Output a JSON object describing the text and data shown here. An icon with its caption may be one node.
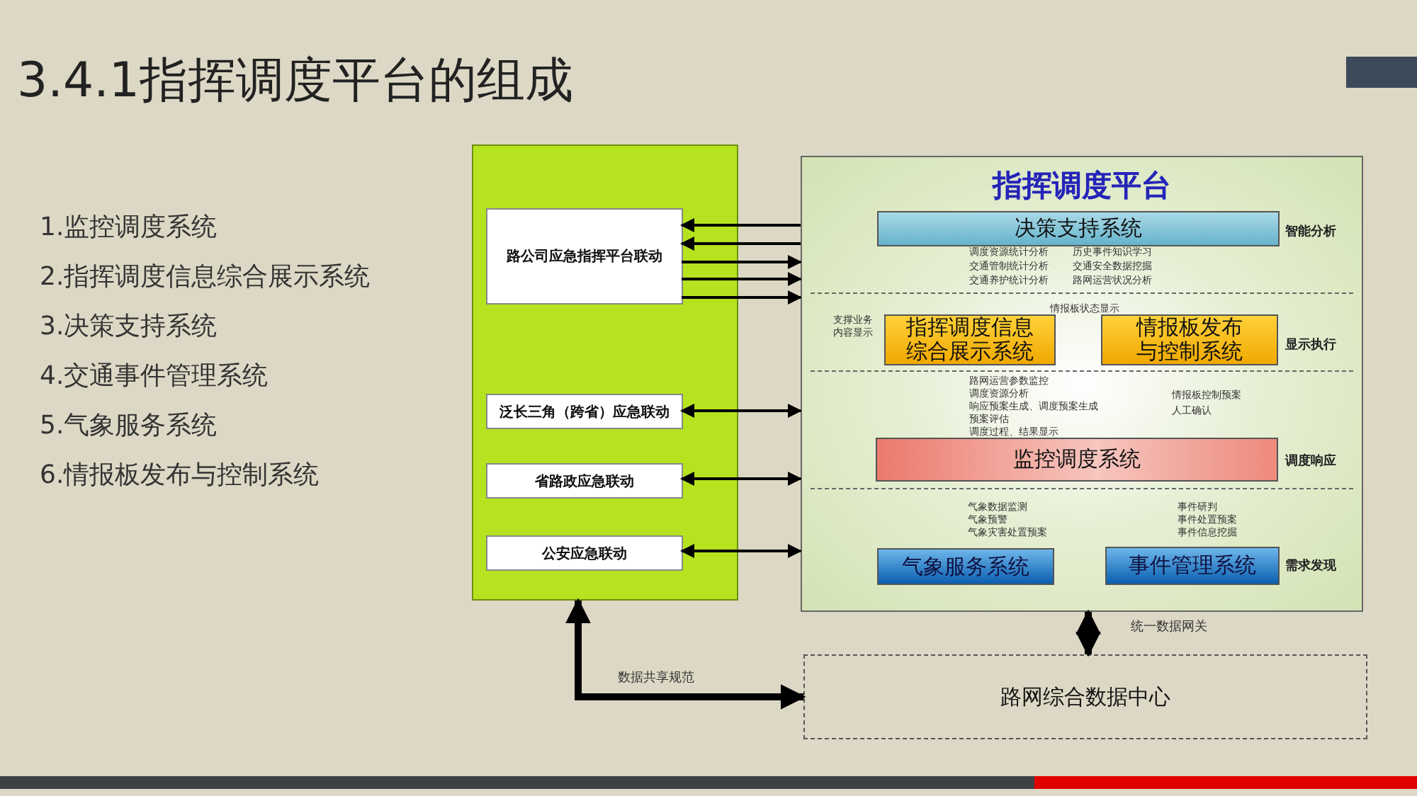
{
  "diagram": {
    "title": "3.4.1指挥调度平台的组成",
    "nodes": [
      {
        "text": [],
        "shape": "box"
      },
      {
        "text": [
          "路公司应急指挥平台联动"
        ],
        "in": 0
      },
      {
        "text": [
          "泛长三角（跨省）应急联动"
        ],
        "in": 0
      },
      {
        "text": [
          "省路政应急联动"
        ],
        "in": 0
      },
      {
        "text": [
          "公安应急联动"
        ],
        "in": 0
      },
      {
        "text": [
          "指挥调度平台"
        ]
      },
      {
        "text": [
          "决策支持系统"
        ],
        "in": 5
      },
      {
        "text": [
          "指挥调度信息综合展示系统"
        ],
        "in": 5
      },
      {
        "text": [
          "情报板发布与控制系统"
        ],
        "in": 5
      },
      {
        "text": [
          "监控调度系统"
        ],
        "in": 5
      },
      {
        "text": [
          "气象服务系统"
        ],
        "in": 5
      },
      {
        "text": [
          "事件管理系统"
        ],
        "in": 5
      },
      {
        "text": [
          "路网综合数据中心"
        ]
      }
    ],
    "edges": [
      {
        "from": 5,
        "to": 1,
        "arrow": "to"
      },
      {
        "from": 5,
        "to": 1,
        "arrow": "to"
      },
      {
        "from": 1,
        "to": 5,
        "arrow": "to"
      },
      {
        "from": 1,
        "to": 5,
        "arrow": "to"
      },
      {
        "from": 1,
        "to": 5,
        "arrow": "to"
      },
      {
        "from": 2,
        "to": 5,
        "arrow": "both"
      },
      {
        "from": 3,
        "to": 5,
        "arrow": "both"
      },
      {
        "from": 4,
        "to": 5,
        "arrow": "both"
      },
      {
        "from": 5,
        "to": 12,
        "arrow": "both",
        "label": "统一数据网关",
        "style": "thick"
      },
      {
        "from": 0,
        "to": 12,
        "arrow": "both",
        "label": "数据共享规范",
        "style": "thick"
      }
    ],
    "labels": [
      "1.监控调度系统",
      "2.指挥调度信息综合展示系统",
      "3.决策支持系统",
      "4.交通事件管理系统",
      "5.气象服务系统",
      "6.情报板发布与控制系统",
      "调度资源统计分析",
      "历史事件知识学习",
      "交通管制统计分析",
      "交通安全数据挖掘",
      "交通养护统计分析",
      "路网运营状况分析",
      "智能分析",
      "情报板状态显示",
      "支撑业务内容显示",
      "显示执行",
      "路网运营参数监控",
      "调度资源分析",
      "响应预案生成、调度预案生成",
      "预案评估",
      "调度过程、结果显示",
      "情报板控制预案",
      "人工确认",
      "调度响应",
      "气象数据监测",
      "气象预警",
      "气象灾害处置预案",
      "事件研判",
      "事件处置预案",
      "事件信息挖掘",
      "需求发现"
    ]
  }
}
